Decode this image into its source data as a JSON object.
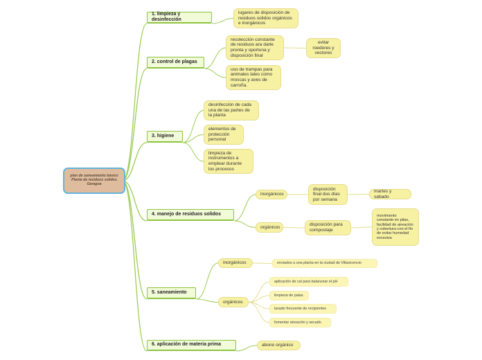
{
  "root": {
    "label": "plan de saneamiento básico Planta de residuos solidos Garagoa"
  },
  "branches": [
    {
      "label": "1.  limpieza y desinfección",
      "children": [
        {
          "label": "lugares de disposición de residuos solidos orgánicos e inorgánicos"
        }
      ]
    },
    {
      "label": "2.  control de plagas",
      "children": [
        {
          "label": "recolección constante de residuos ara darle pronta y oportuna y disposición final",
          "children": [
            {
              "label": "evitar roedores y vectores"
            }
          ]
        },
        {
          "label": "uso de trampas para animales tales como moscas y aves de carroña."
        }
      ]
    },
    {
      "label": "3.  higiene",
      "children": [
        {
          "label": "desinfección de cada una de las partes de la planta"
        },
        {
          "label": "elementos de protección personal"
        },
        {
          "label": "limpieza de instrumentos a emplear durante los procesos"
        }
      ]
    },
    {
      "label": "4.  manejo de residuos solidos",
      "children": [
        {
          "label": "inorgánicos",
          "children": [
            {
              "label": "disposición final dos días por semana",
              "children": [
                {
                  "label": "martes y sabado"
                }
              ]
            }
          ]
        },
        {
          "label": "orgánicos",
          "children": [
            {
              "label": "disposición para compostaje",
              "children": [
                {
                  "label": "movimiento constante en pilas, facilidad de aireación y cobertura con el fin de evitar humedad excesiva"
                }
              ]
            }
          ]
        }
      ]
    },
    {
      "label": "5.  saneamiento",
      "children": [
        {
          "label": "inorgánicos",
          "children": [
            {
              "label": "enviados a una planta en la ciudad de Villavicencio"
            }
          ]
        },
        {
          "label": "orgánicos",
          "children": [
            {
              "label": "aplicación de cal para balancear el pH"
            },
            {
              "label": "limpieza de palas"
            },
            {
              "label": "lavado frecuente de recipientes"
            },
            {
              "label": "fomentar aireación y secado"
            }
          ]
        }
      ]
    },
    {
      "label": "6.  aplicación de materia prima",
      "children": [
        {
          "label": "abono orgánico"
        }
      ]
    }
  ],
  "colors": {
    "root_fill": "#e0bc9e",
    "root_border": "#63b3dd",
    "main_fill": "#f2fbd8",
    "main_border": "#8dc340",
    "sub_fill": "#f7f1a4",
    "link_main": "#9ccc54",
    "link_sub": "#e4dd92"
  }
}
